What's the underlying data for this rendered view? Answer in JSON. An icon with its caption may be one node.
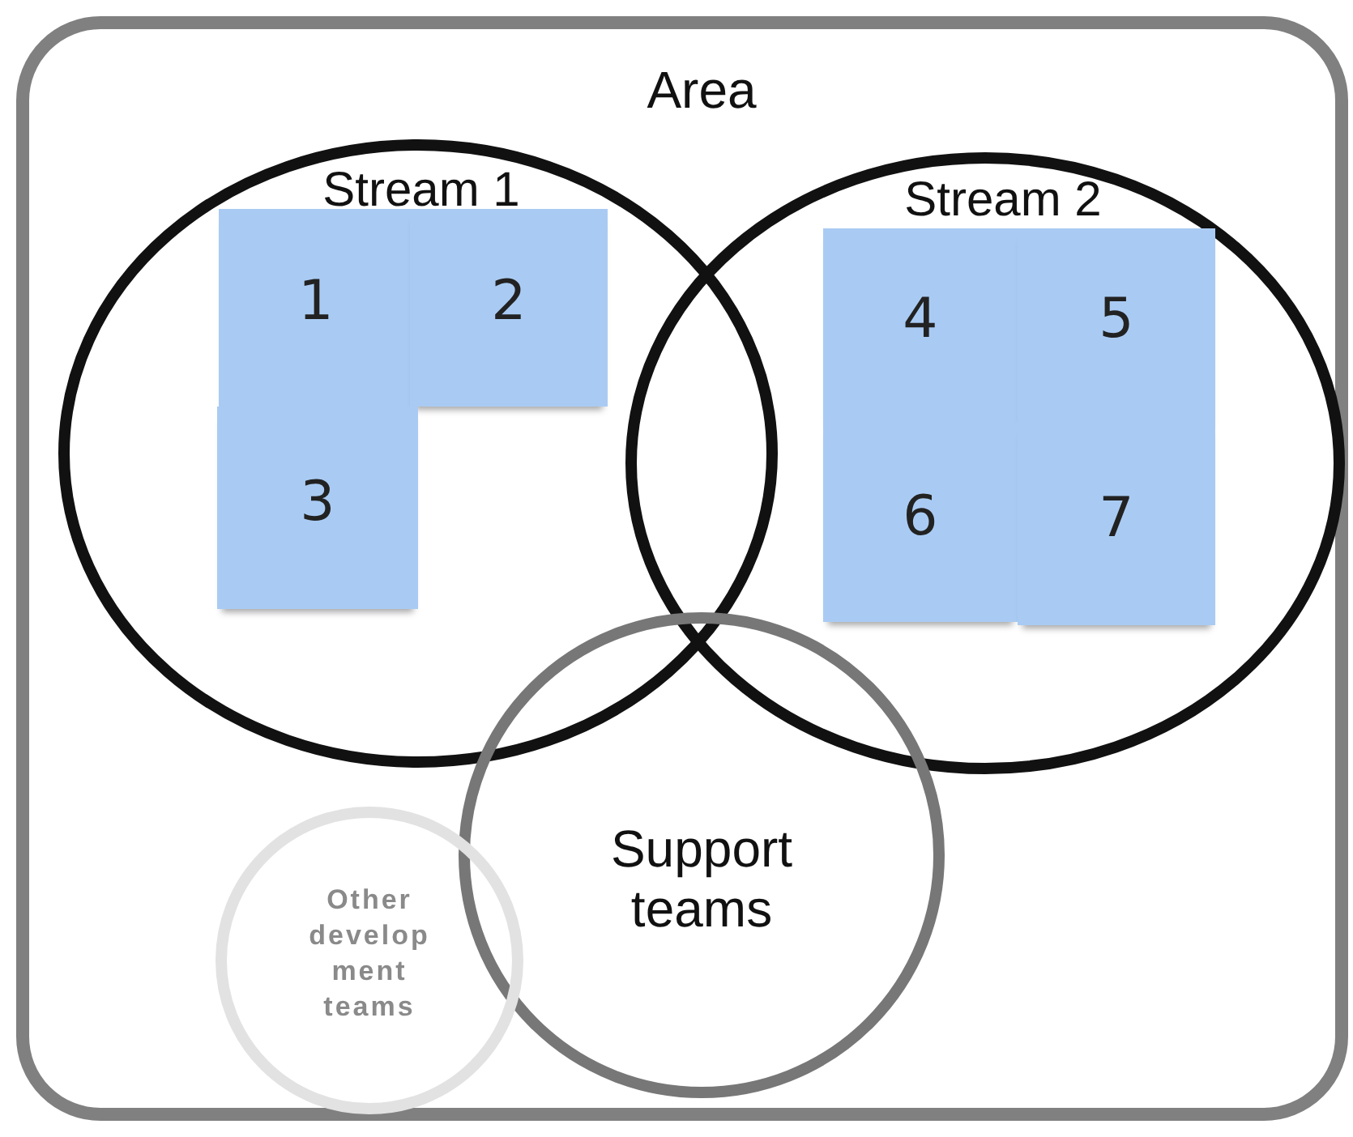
{
  "diagram": {
    "nodes": [
      {
        "text": [
          "Area"
        ]
      },
      {
        "text": [
          "Stream 1"
        ],
        "in": 0
      },
      {
        "text": [
          "1"
        ],
        "in": 1
      },
      {
        "text": [
          "2"
        ],
        "in": 1
      },
      {
        "text": [
          "3"
        ],
        "in": 1
      },
      {
        "text": [
          "Stream 2"
        ],
        "in": 0
      },
      {
        "text": [
          "4"
        ],
        "in": 5
      },
      {
        "text": [
          "5"
        ],
        "in": 5
      },
      {
        "text": [
          "6"
        ],
        "in": 5
      },
      {
        "text": [
          "7"
        ],
        "in": 5
      },
      {
        "text": [
          "Support teams"
        ],
        "in": 0
      },
      {
        "text": [
          "Other development teams"
        ],
        "in": 0
      }
    ]
  }
}
